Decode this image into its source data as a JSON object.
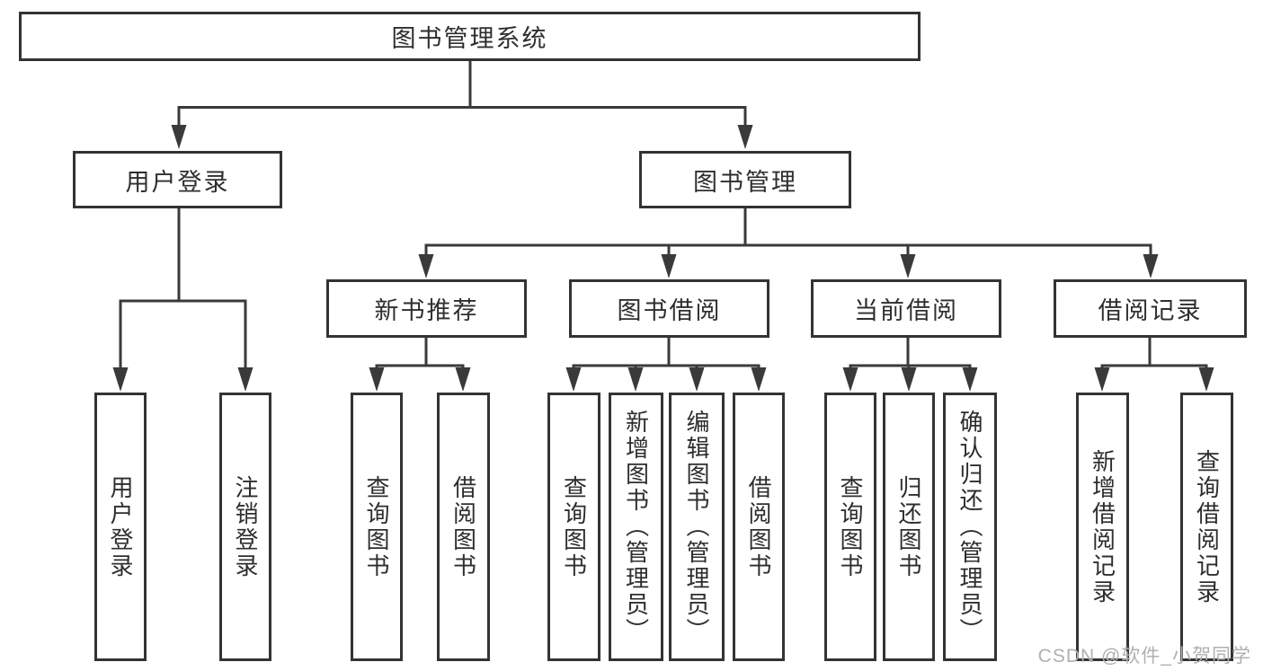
{
  "diagram": {
    "root": "图书管理系统",
    "level2": [
      "用户登录",
      "图书管理"
    ],
    "level3": [
      "新书推荐",
      "图书借阅",
      "当前借阅",
      "借阅记录"
    ],
    "leaves": {
      "login": [
        "用户登录",
        "注销登录"
      ],
      "recommend": [
        "查询图书",
        "借阅图书"
      ],
      "borrow": [
        "查询图书",
        "新增图书（管理员）",
        "编辑图书（管理员）",
        "借阅图书"
      ],
      "current": [
        "查询图书",
        "归还图书",
        "确认归还（管理员）"
      ],
      "records": [
        "新增借阅记录",
        "查询借阅记录"
      ]
    }
  },
  "watermark": "CSDN @软件_小贺同学",
  "colors": {
    "line": "#3a3a3a",
    "border": "#333333",
    "text": "#2e2e2e",
    "watermark_text": "#b0b0b0"
  }
}
